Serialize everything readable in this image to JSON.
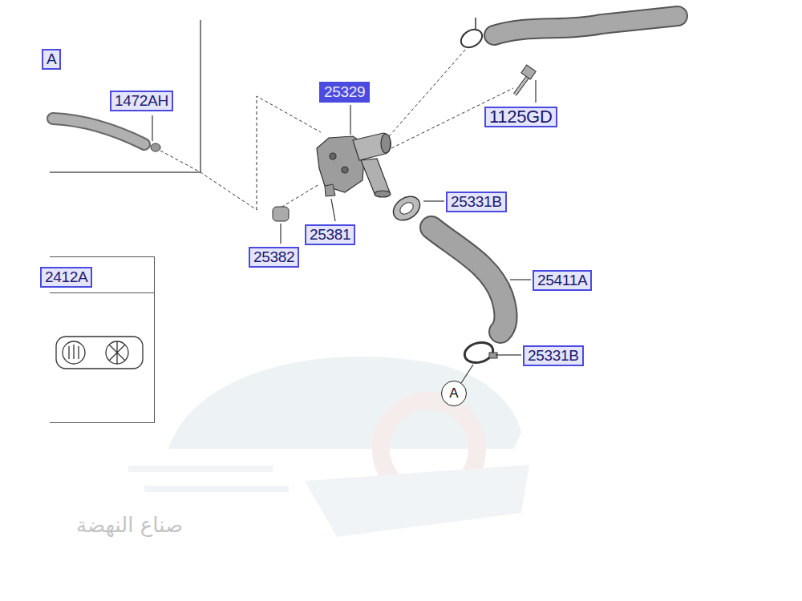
{
  "diagram": {
    "nodes": [
      {
        "text": [
          "2412A"
        ]
      },
      {
        "text": [
          "A"
        ]
      }
    ],
    "labels": [
      "A",
      "1472AH",
      "25329",
      "1125GD",
      "25331B",
      "25381",
      "25382",
      "25411A",
      "25331B",
      "صناع النهضة"
    ]
  }
}
